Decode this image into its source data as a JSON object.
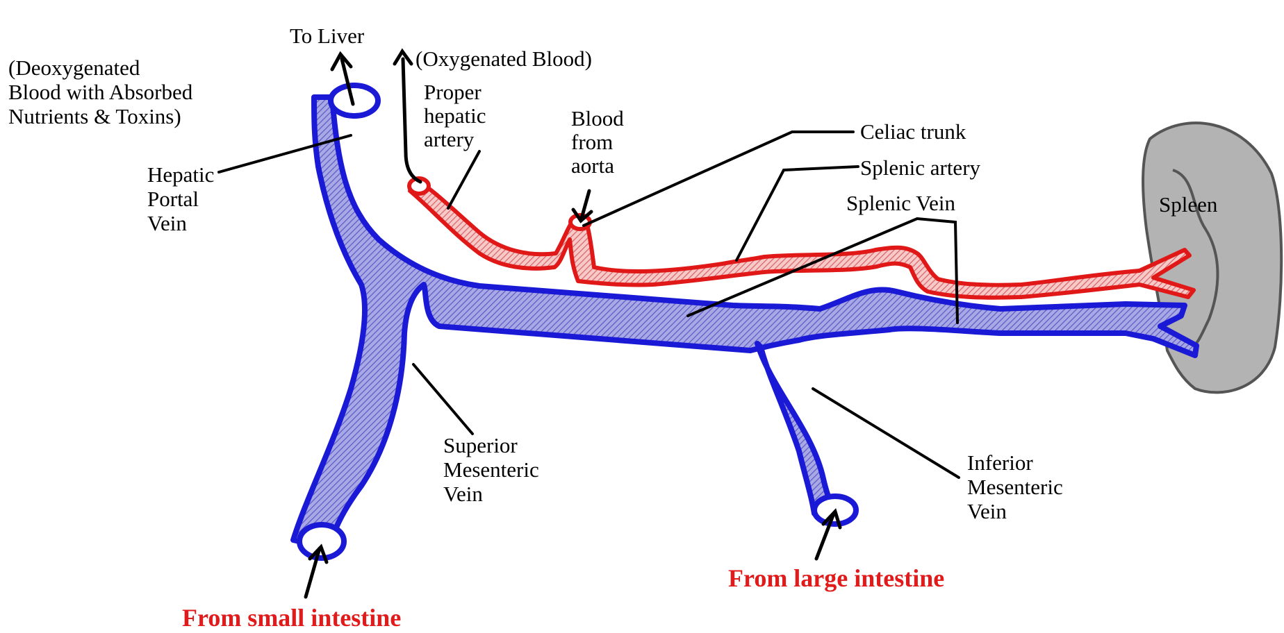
{
  "colors": {
    "vein_outline": "#1a1ad6",
    "vein_fill": "#8a8ad8",
    "artery_outline": "#e01818",
    "artery_fill": "#f1a7a7",
    "spleen_fill": "#b0b0b0",
    "spleen_outline": "#555555",
    "label": "#000000",
    "source_label": "#e11b1b"
  },
  "labels": {
    "to_liver": "To Liver",
    "deoxy_line1": "(Deoxygenated",
    "deoxy_line2": "Blood with Absorbed",
    "deoxy_line3": "Nutrients & Toxins)",
    "oxy": "(Oxygenated Blood)",
    "proper_hepatic_line1": "Proper",
    "proper_hepatic_line2": "hepatic",
    "proper_hepatic_line3": "artery",
    "blood_from_aorta_line1": "Blood",
    "blood_from_aorta_line2": "from",
    "blood_from_aorta_line3": "aorta",
    "celiac_trunk": "Celiac trunk",
    "splenic_artery": "Splenic artery",
    "splenic_vein": "Splenic Vein",
    "spleen": "Spleen",
    "hepatic_portal_line1": "Hepatic",
    "hepatic_portal_line2": "Portal",
    "hepatic_portal_line3": "Vein",
    "superior_mes_line1": "Superior",
    "superior_mes_line2": "Mesenteric",
    "superior_mes_line3": "Vein",
    "inferior_mes_line1": "Inferior",
    "inferior_mes_line2": "Mesenteric",
    "inferior_mes_line3": "Vein",
    "from_large_intestine": "From large intestine",
    "from_small_intestine": "From small intestine"
  }
}
